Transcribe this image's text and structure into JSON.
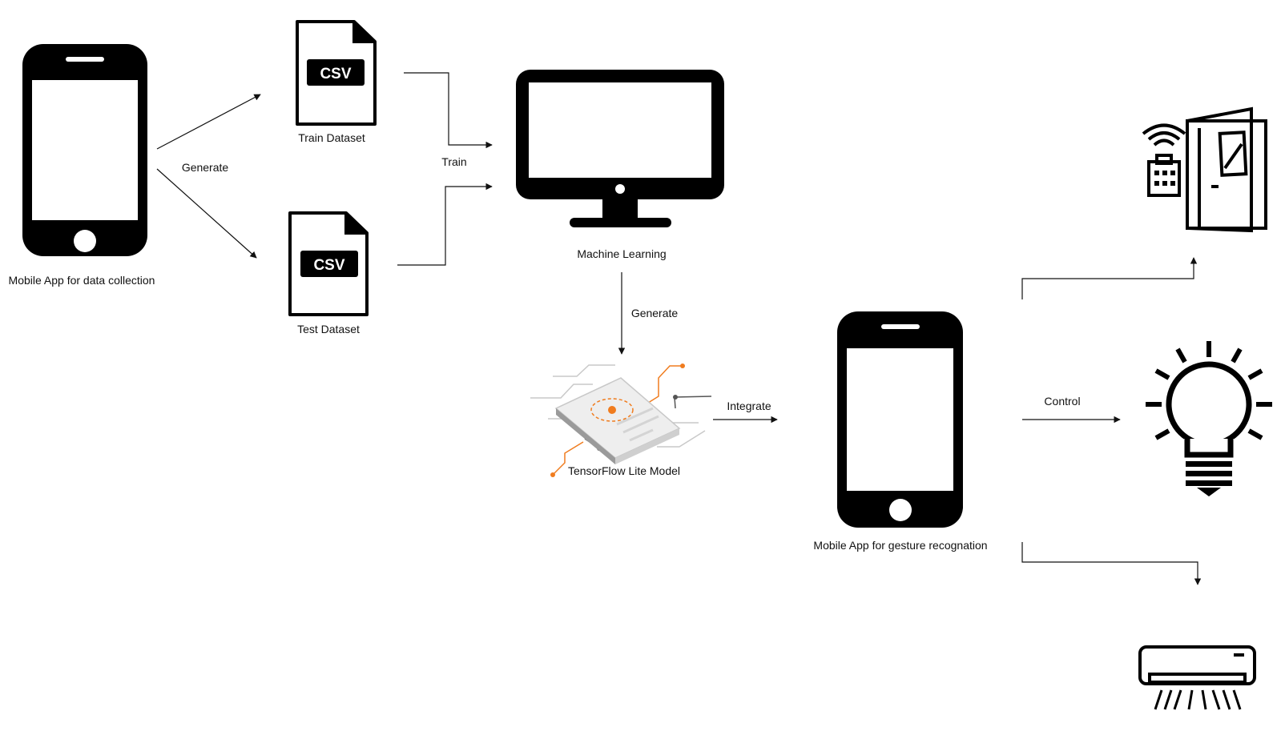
{
  "nodes": {
    "phone_collect": {
      "label": "Mobile App for data collection"
    },
    "train_dataset": {
      "label": "Train Dataset",
      "badge": "CSV"
    },
    "test_dataset": {
      "label": "Test Dataset",
      "badge": "CSV"
    },
    "ml": {
      "label": "Machine Learning"
    },
    "tflite": {
      "label": "TensorFlow Lite Model"
    },
    "phone_gesture": {
      "label": "Mobile App for gesture recognation"
    }
  },
  "edges": {
    "generate_datasets": "Generate",
    "train": "Train",
    "generate_model": "Generate",
    "integrate": "Integrate",
    "control": "Control"
  },
  "icons": [
    "phone-icon",
    "csv-file-icon",
    "monitor-icon",
    "tflite-illustration",
    "smart-door-icon",
    "light-bulb-icon",
    "air-conditioner-icon"
  ],
  "colors": {
    "ink": "#000000",
    "accent": "#f07c1e"
  }
}
